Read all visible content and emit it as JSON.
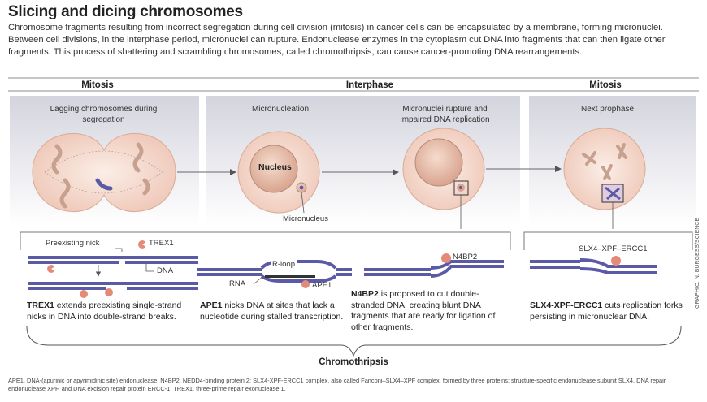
{
  "title": "Slicing and dicing chromosomes",
  "intro": "Chromosome fragments resulting from incorrect segregation during cell division (mitosis) in cancer cells can be encapsulated by a membrane, forming micronuclei. Between cell divisions, in the interphase period, micronuclei can rupture. Endonuclease enzymes in the cytoplasm cut DNA into fragments that can then ligate other fragments. This process of shattering and scrambling chromosomes, called chromothripsis, can cause cancer-promoting DNA rearrangements.",
  "phases": {
    "mitosis1": "Mitosis",
    "interphase": "Interphase",
    "mitosis2": "Mitosis"
  },
  "panels": {
    "p1": "Lagging chromosomes during segregation",
    "p2": "Micronucleation",
    "p3": "Micronuclei rupture and impaired DNA replication",
    "p4": "Next prophase"
  },
  "labels": {
    "nucleus": "Nucleus",
    "micronucleus": "Micronucleus",
    "preexisting_nick": "Preexisting nick",
    "trex1": "TREX1",
    "dna": "DNA",
    "rloop": "R-loop",
    "rna": "RNA",
    "ape1": "APE1",
    "n4bp2": "N4BP2",
    "slx4": "SLX4–XPF–ERCC1"
  },
  "captions": {
    "trex1_name": "TREX1",
    "trex1_text": " extends preexisting single-strand nicks in DNA into double-strand breaks.",
    "ape1_name": "APE1",
    "ape1_text": " nicks DNA at sites that lack a nucleotide during stalled transcription.",
    "n4bp2_name": "N4BP2",
    "n4bp2_text": " is proposed to cut double-stranded DNA, creating blunt DNA fragments that are ready for ligation of other fragments.",
    "slx4_name": "SLX4-XPF-ERCC1",
    "slx4_text": " cuts replication forks persisting in micronuclear DNA."
  },
  "outcome": "Chromothripsis",
  "footnote": "APE1, DNA-(apurinic or apyrimidinic site) endonuclease; N4BP2, NEDD4-binding protein 2; SLX4-XPF-ERCC1 complex, also called Fanconi–SLX4–XPF complex, formed by three proteins: structure-specific endonuclease subunit SLX4, DNA repair endonuclease XPF, and DNA excision repair protein ERCC-1; TREX1, three-prime repair exonuclease 1.",
  "credit": "GRAPHIC: N. BURGESS/SCIENCE",
  "colors": {
    "dna": "#5b5aa6",
    "panel": "#e4e4ea",
    "cell": "#f3d9cf",
    "enzyme": "#e38b78"
  }
}
